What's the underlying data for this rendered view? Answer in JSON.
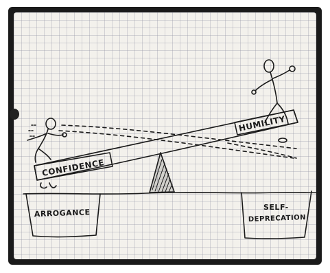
{
  "labels": {
    "left_plank": "CONFIDENCE",
    "right_plank": "HUMILITY",
    "left_box": "ARROGANCE",
    "right_box_line1": "SELF-",
    "right_box_line2": "DEPRECATION"
  }
}
